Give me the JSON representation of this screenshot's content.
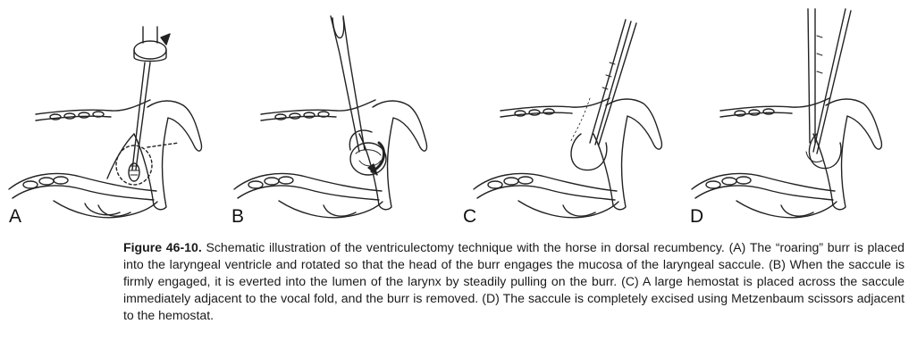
{
  "figure": {
    "panels": [
      {
        "label": "A"
      },
      {
        "label": "B"
      },
      {
        "label": "C"
      },
      {
        "label": "D"
      }
    ],
    "caption_label": "Figure 46-10.",
    "caption_text": " Schematic illustration of the ventriculectomy technique with the horse in dorsal recumbency. (A) The “roaring” burr is placed into the laryngeal ventricle and rotated so that the head of the burr engages the mucosa of the laryngeal saccule. (B) When the saccule is firmly engaged, it is everted into the lumen of the larynx by steadily pulling on the burr. (C) A large hemostat is placed across the saccule immediately adjacent to the vocal fold, and the burr is removed. (D) The saccule is completely excised using Metzenbaum scissors adjacent to the hemostat."
  }
}
